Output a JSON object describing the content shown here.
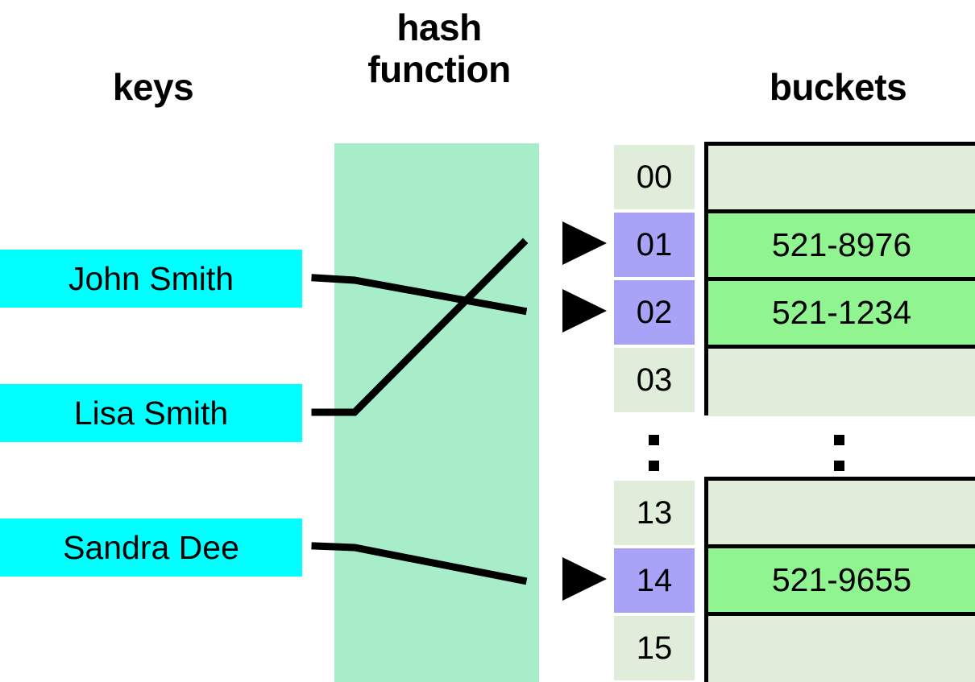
{
  "diagram": {
    "title": "hash table diagram",
    "headings": {
      "keys": "keys",
      "hash_function": "hash\nfunction",
      "buckets": "buckets"
    },
    "keys": [
      {
        "label": "John Smith"
      },
      {
        "label": "Lisa Smith"
      },
      {
        "label": "Sandra Dee"
      }
    ],
    "index_column": {
      "group_top": [
        "00",
        "01",
        "02",
        "03"
      ],
      "ellipsis": ":",
      "group_bottom": [
        "13",
        "14",
        "15"
      ]
    },
    "buckets": {
      "group_top": [
        {
          "index": "00",
          "value": "",
          "filled": false
        },
        {
          "index": "01",
          "value": "521-8976",
          "filled": true
        },
        {
          "index": "02",
          "value": "521-1234",
          "filled": true
        },
        {
          "index": "03",
          "value": "",
          "filled": false
        }
      ],
      "ellipsis": ":",
      "group_bottom": [
        {
          "index": "13",
          "value": "",
          "filled": false
        },
        {
          "index": "14",
          "value": "521-9655",
          "filled": true
        },
        {
          "index": "15",
          "value": "",
          "filled": false
        }
      ]
    },
    "mappings": [
      {
        "key": "John Smith",
        "bucket": "02"
      },
      {
        "key": "Lisa Smith",
        "bucket": "01"
      },
      {
        "key": "Sandra Dee",
        "bucket": "14"
      }
    ],
    "colors": {
      "key_box": "#00ffff",
      "hash_panel": "#a8edc9",
      "bucket_empty": "#dfedda",
      "bucket_filled": "#90f590",
      "index_hit": "#a9a3f8",
      "index_idle": "#dfedda",
      "line": "#000000"
    }
  }
}
